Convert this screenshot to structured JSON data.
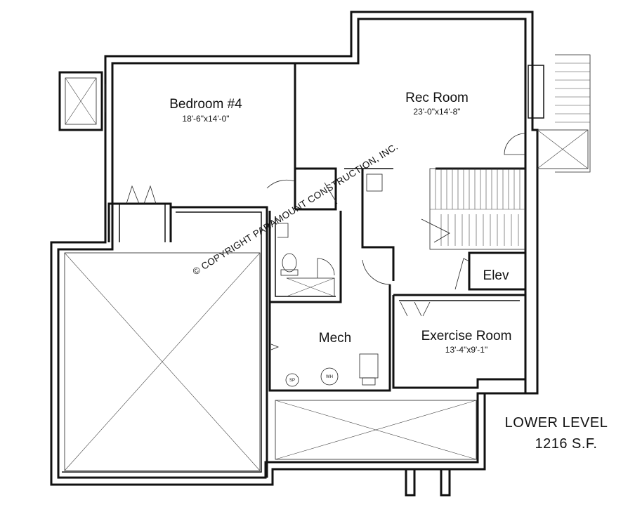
{
  "rooms": {
    "bedroom4": {
      "name": "Bedroom #4",
      "dims": "18'-6\"x14'-0\""
    },
    "rec_room": {
      "name": "Rec Room",
      "dims": "23'-0\"x14'-8\""
    },
    "mech": {
      "name": "Mech"
    },
    "exercise": {
      "name": "Exercise Room",
      "dims": "13'-4\"x9'-1\""
    },
    "elev": {
      "name": "Elev"
    }
  },
  "fixtures": {
    "sump_pump": "SP",
    "water_heater": "WH"
  },
  "level": {
    "name": "LOWER LEVEL",
    "area": "1216 S.F."
  },
  "copyright": "© COPYRIGHT PARAMOUNT CONSTRUCTION, INC."
}
